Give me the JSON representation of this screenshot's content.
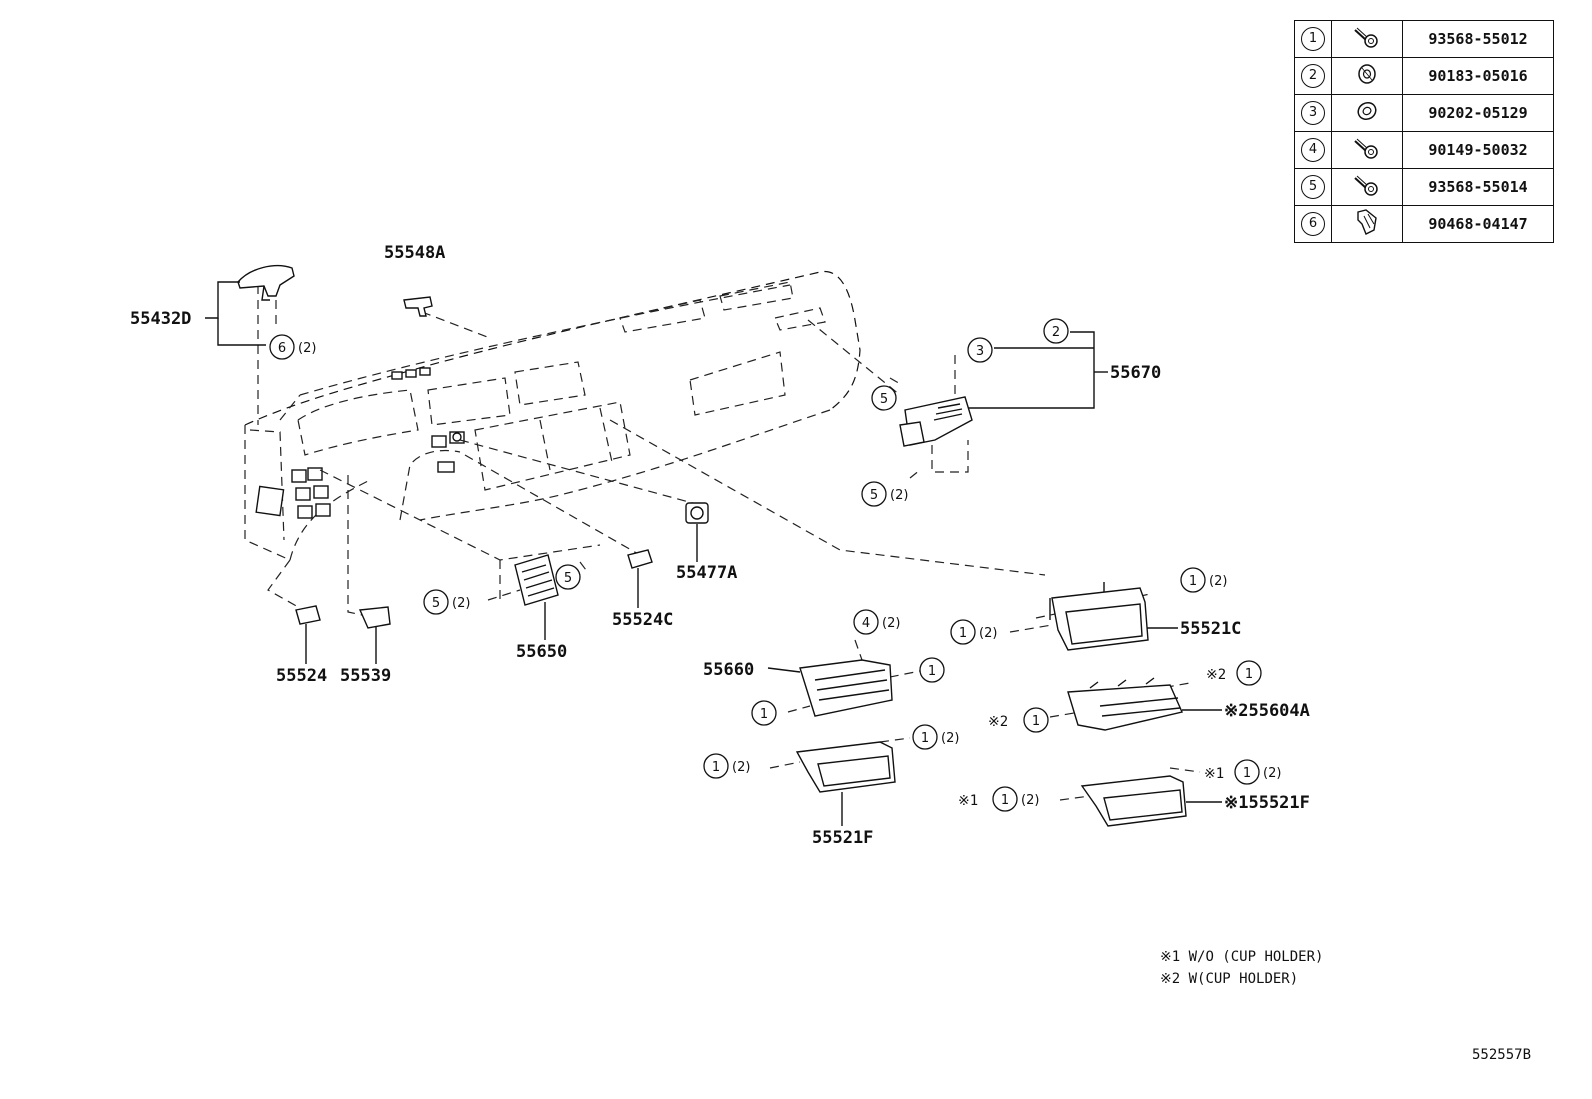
{
  "hardware_table": [
    {
      "index": "1",
      "icon": "bolt-icon",
      "part_no": "93568-55012"
    },
    {
      "index": "2",
      "icon": "nut-icon",
      "part_no": "90183-05016"
    },
    {
      "index": "3",
      "icon": "washer-icon",
      "part_no": "90202-05129"
    },
    {
      "index": "4",
      "icon": "bolt-icon",
      "part_no": "90149-50032"
    },
    {
      "index": "5",
      "icon": "bolt-icon",
      "part_no": "93568-55014"
    },
    {
      "index": "6",
      "icon": "clip-icon",
      "part_no": "90468-04147"
    }
  ],
  "part_labels": {
    "p55548A": "55548A",
    "p55432D": "55432D",
    "p55670": "55670",
    "p55477A": "55477A",
    "p55524C": "55524C",
    "p55650": "55650",
    "p55524": "55524",
    "p55539": "55539",
    "p55521C": "55521C",
    "p55660": "55660",
    "p55604A": "※255604A",
    "p55521F": "55521F",
    "p55521F_alt": "※155521F"
  },
  "callouts": {
    "one": "1",
    "two": "2",
    "three": "3",
    "four": "4",
    "five": "5",
    "six": "6",
    "qty2": "(2)",
    "mark1": "※1",
    "mark2": "※2"
  },
  "notes": [
    "※1  W/O (CUP  HOLDER)",
    "※2  W(CUP HOLDER)"
  ],
  "diagram_id": "552557B"
}
